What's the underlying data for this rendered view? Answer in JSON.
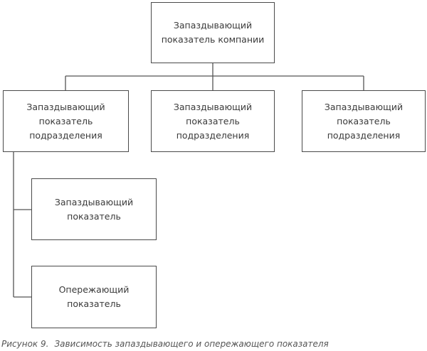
{
  "diagram": {
    "top_box": "Запаздывающий\nпоказатель компании",
    "level2": [
      "Запаздывающий\nпоказатель\nподразделения",
      "Запаздывающий\nпоказатель\nподразделения",
      "Запаздывающий\nпоказатель\nподразделения"
    ],
    "lagging_box": "Запаздывающий\nпоказатель",
    "leading_box": "Опережающий\nпоказатель"
  },
  "caption": {
    "label": "Рисунок 9.",
    "text": "Зависимость запаздывающего и опережающего показателя"
  },
  "colors": {
    "line": "#555555",
    "border": "#4a4a4a",
    "text": "#3a3a3a"
  }
}
